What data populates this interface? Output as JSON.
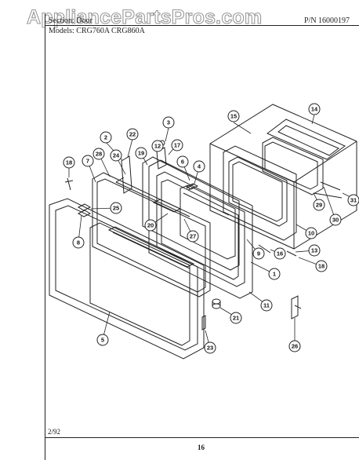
{
  "watermark": "AppliancePartsPros.com",
  "header": {
    "section": "Section: Door",
    "models": "Models: CRG760A  CRG860A",
    "part_number": "P/N 16000197"
  },
  "footer": {
    "date": "2/92",
    "page": "16"
  },
  "callouts": [
    {
      "id": "c15",
      "label": "15"
    },
    {
      "id": "c14",
      "label": "14"
    },
    {
      "id": "c3",
      "label": "3"
    },
    {
      "id": "c22",
      "label": "22"
    },
    {
      "id": "c2",
      "label": "2"
    },
    {
      "id": "c12",
      "label": "12"
    },
    {
      "id": "c17",
      "label": "17"
    },
    {
      "id": "c28",
      "label": "28"
    },
    {
      "id": "c24",
      "label": "24"
    },
    {
      "id": "c19",
      "label": "19"
    },
    {
      "id": "c18a",
      "label": "18"
    },
    {
      "id": "c7",
      "label": "7"
    },
    {
      "id": "c6",
      "label": "6"
    },
    {
      "id": "c4",
      "label": "4"
    },
    {
      "id": "c31",
      "label": "31"
    },
    {
      "id": "c29",
      "label": "29"
    },
    {
      "id": "c30",
      "label": "30"
    },
    {
      "id": "c25",
      "label": "25"
    },
    {
      "id": "c20",
      "label": "20"
    },
    {
      "id": "c27",
      "label": "27"
    },
    {
      "id": "c10",
      "label": "10"
    },
    {
      "id": "c8",
      "label": "8"
    },
    {
      "id": "c9",
      "label": "9"
    },
    {
      "id": "c16",
      "label": "16"
    },
    {
      "id": "c13",
      "label": "13"
    },
    {
      "id": "c18b",
      "label": "18"
    },
    {
      "id": "c1",
      "label": "1"
    },
    {
      "id": "c11",
      "label": "11"
    },
    {
      "id": "c21",
      "label": "21"
    },
    {
      "id": "c5",
      "label": "5"
    },
    {
      "id": "c23",
      "label": "23"
    },
    {
      "id": "c26",
      "label": "26"
    }
  ]
}
